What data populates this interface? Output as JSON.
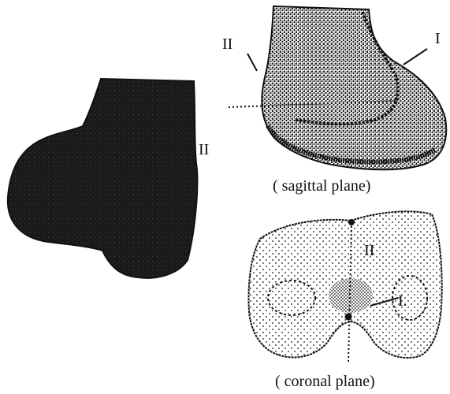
{
  "colors": {
    "ink": "#111111",
    "paper": "#ffffff"
  },
  "figures": {
    "left": {
      "label_ii": "II"
    },
    "sagittal": {
      "label_ii": "II",
      "label_i": "I",
      "caption": "( sagittal plane)"
    },
    "coronal": {
      "label_ii": "II",
      "label_i": "I.",
      "caption": "( coronal plane)"
    }
  }
}
